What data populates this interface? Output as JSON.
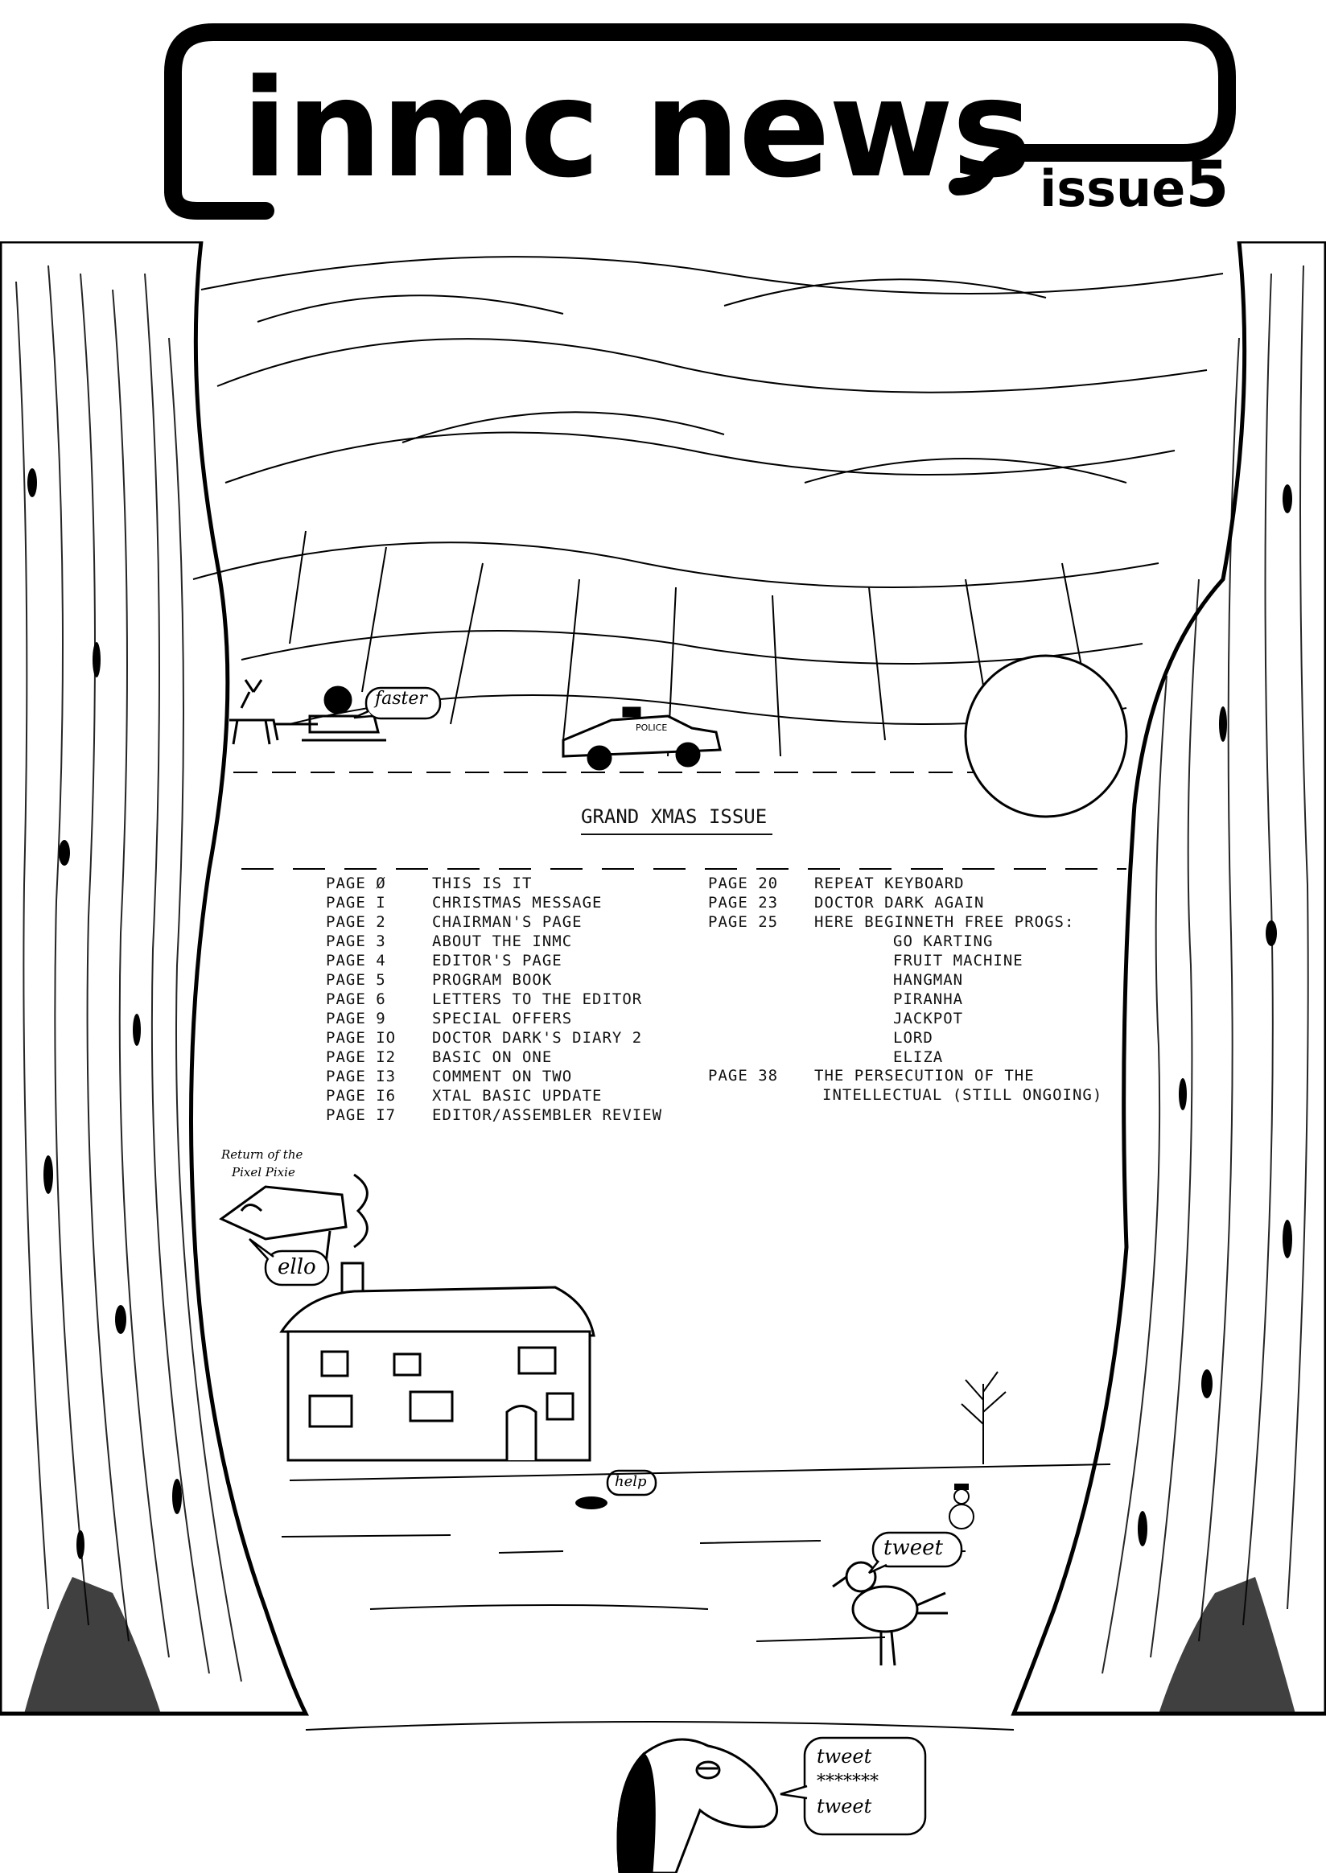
{
  "masthead": {
    "title": "inmc news",
    "issue_word": "issue",
    "issue_number": "5"
  },
  "contents": {
    "heading": "GRAND XMAS ISSUE",
    "left_column": [
      {
        "page": "PAGE Ø",
        "title": "THIS IS IT"
      },
      {
        "page": "PAGE I",
        "title": "CHRISTMAS MESSAGE"
      },
      {
        "page": "PAGE 2",
        "title": "CHAIRMAN'S PAGE"
      },
      {
        "page": "PAGE 3",
        "title": "ABOUT THE INMC"
      },
      {
        "page": "PAGE 4",
        "title": "EDITOR'S PAGE"
      },
      {
        "page": "PAGE 5",
        "title": "PROGRAM BOOK"
      },
      {
        "page": "PAGE 6",
        "title": "LETTERS TO THE EDITOR"
      },
      {
        "page": "PAGE 9",
        "title": "SPECIAL OFFERS"
      },
      {
        "page": "PAGE IO",
        "title": "DOCTOR DARK'S DIARY 2"
      },
      {
        "page": "PAGE I2",
        "title": "BASIC ON ONE"
      },
      {
        "page": "PAGE I3",
        "title": "COMMENT ON TWO"
      },
      {
        "page": "PAGE I6",
        "title": "XTAL BASIC UPDATE"
      },
      {
        "page": "PAGE I7",
        "title": "EDITOR/ASSEMBLER REVIEW"
      }
    ],
    "right_column": [
      {
        "page": "PAGE 20",
        "title": "REPEAT KEYBOARD"
      },
      {
        "page": "PAGE 23",
        "title": "DOCTOR DARK AGAIN"
      },
      {
        "page": "PAGE 25",
        "title": "HERE BEGINNETH FREE PROGS:"
      }
    ],
    "free_progs": [
      "GO KARTING",
      "FRUIT MACHINE",
      "HANGMAN",
      "PIRANHA",
      "JACKPOT",
      "LORD",
      "ELIZA"
    ],
    "last_entry": {
      "page": "PAGE 38",
      "title_line1": "THE PERSECUTION OF THE",
      "title_line2": "INTELLECTUAL (STILL ONGOING)"
    }
  },
  "illustration": {
    "sleigh_bubble": "faster",
    "police_car_text": "POLICE",
    "pixie_caption_line1": "Return of the",
    "pixie_caption_line2": "Pixel Pixie",
    "pixie_bubble": "ello",
    "hole_bubble": "help",
    "bird_bubble": "tweet",
    "creature_bubble_line1": "tweet",
    "creature_bubble_line2": "*******",
    "creature_bubble_line3": "tweet"
  }
}
